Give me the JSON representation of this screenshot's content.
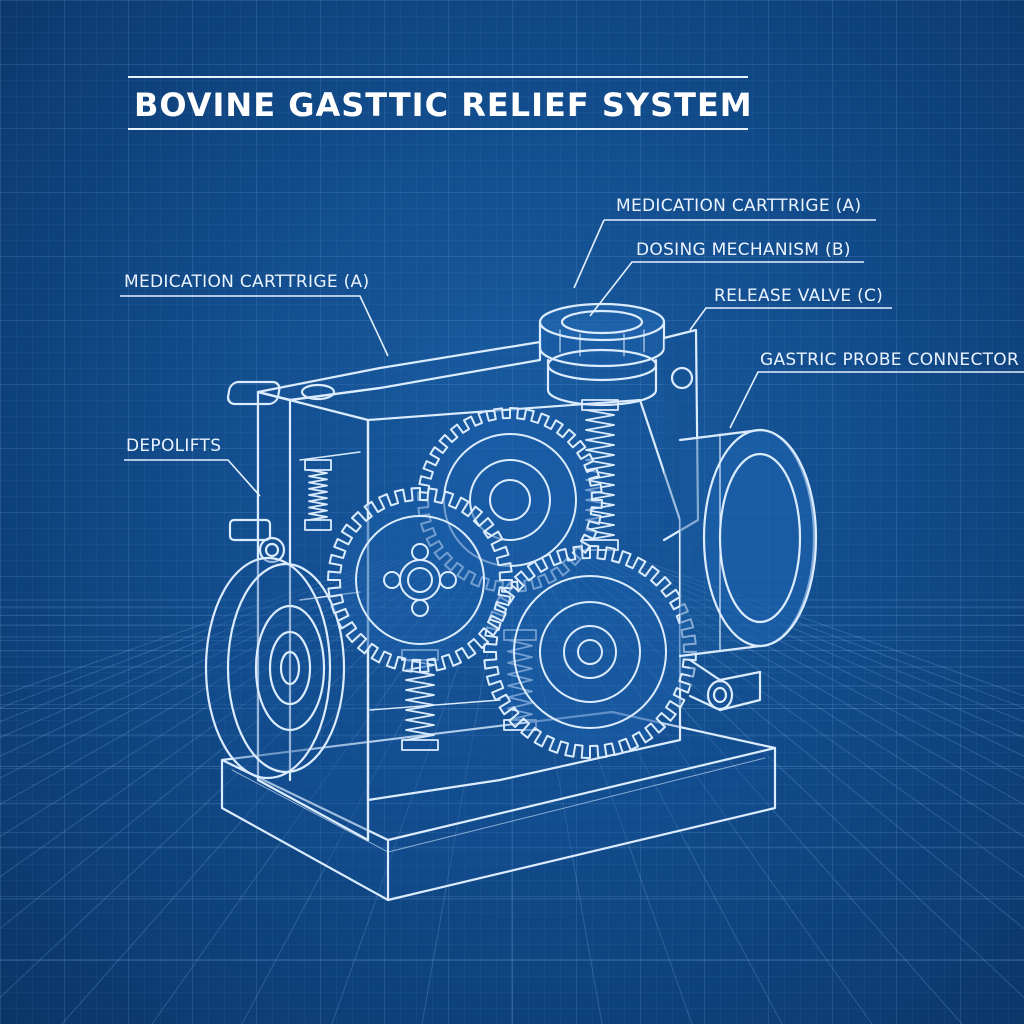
{
  "title": "BOVINE GASTTIC RELIEF SYSTEM",
  "labels": {
    "medication_cartridge_left": "MEDICATION CARTTRIGE (A)",
    "depolifts": "DEPOLIFTS",
    "medication_cartridge_right": "MEDICATION CARTTRIGE (A)",
    "dosing_mechanism": "DOSING MECHANISM (B)",
    "release_valve": "RELEASE VALVE (C)",
    "gastric_probe_connector": "GASTRIC PROBE CONNECTOR"
  },
  "colors": {
    "background": "#124c8c",
    "line": "#dcecff",
    "text": "#eaf3ff"
  }
}
